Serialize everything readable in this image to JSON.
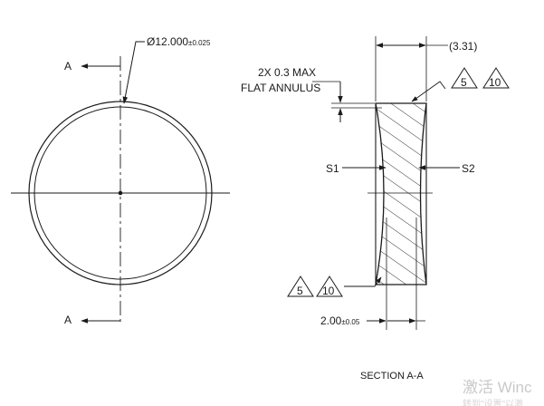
{
  "drawing": {
    "diameter_symbol": "Ø",
    "diameter_value": "12.000",
    "diameter_tolerance": "±0.025",
    "section_marker_top": "A",
    "section_marker_bottom": "A",
    "edge_note_line1": "2X 0.3 MAX",
    "edge_note_line2": "FLAT ANNULUS",
    "ref_thickness": "(3.31)",
    "center_thickness_value": "2.00",
    "center_thickness_tolerance": "±0.05",
    "surface_left": "S1",
    "surface_right": "S2",
    "finish_top": [
      "5",
      "10"
    ],
    "finish_bottom": [
      "5",
      "10"
    ],
    "section_label": "SECTION A-A"
  },
  "watermark": {
    "line1": "激活 Winc",
    "line2": "转到\"设置\"以激"
  }
}
